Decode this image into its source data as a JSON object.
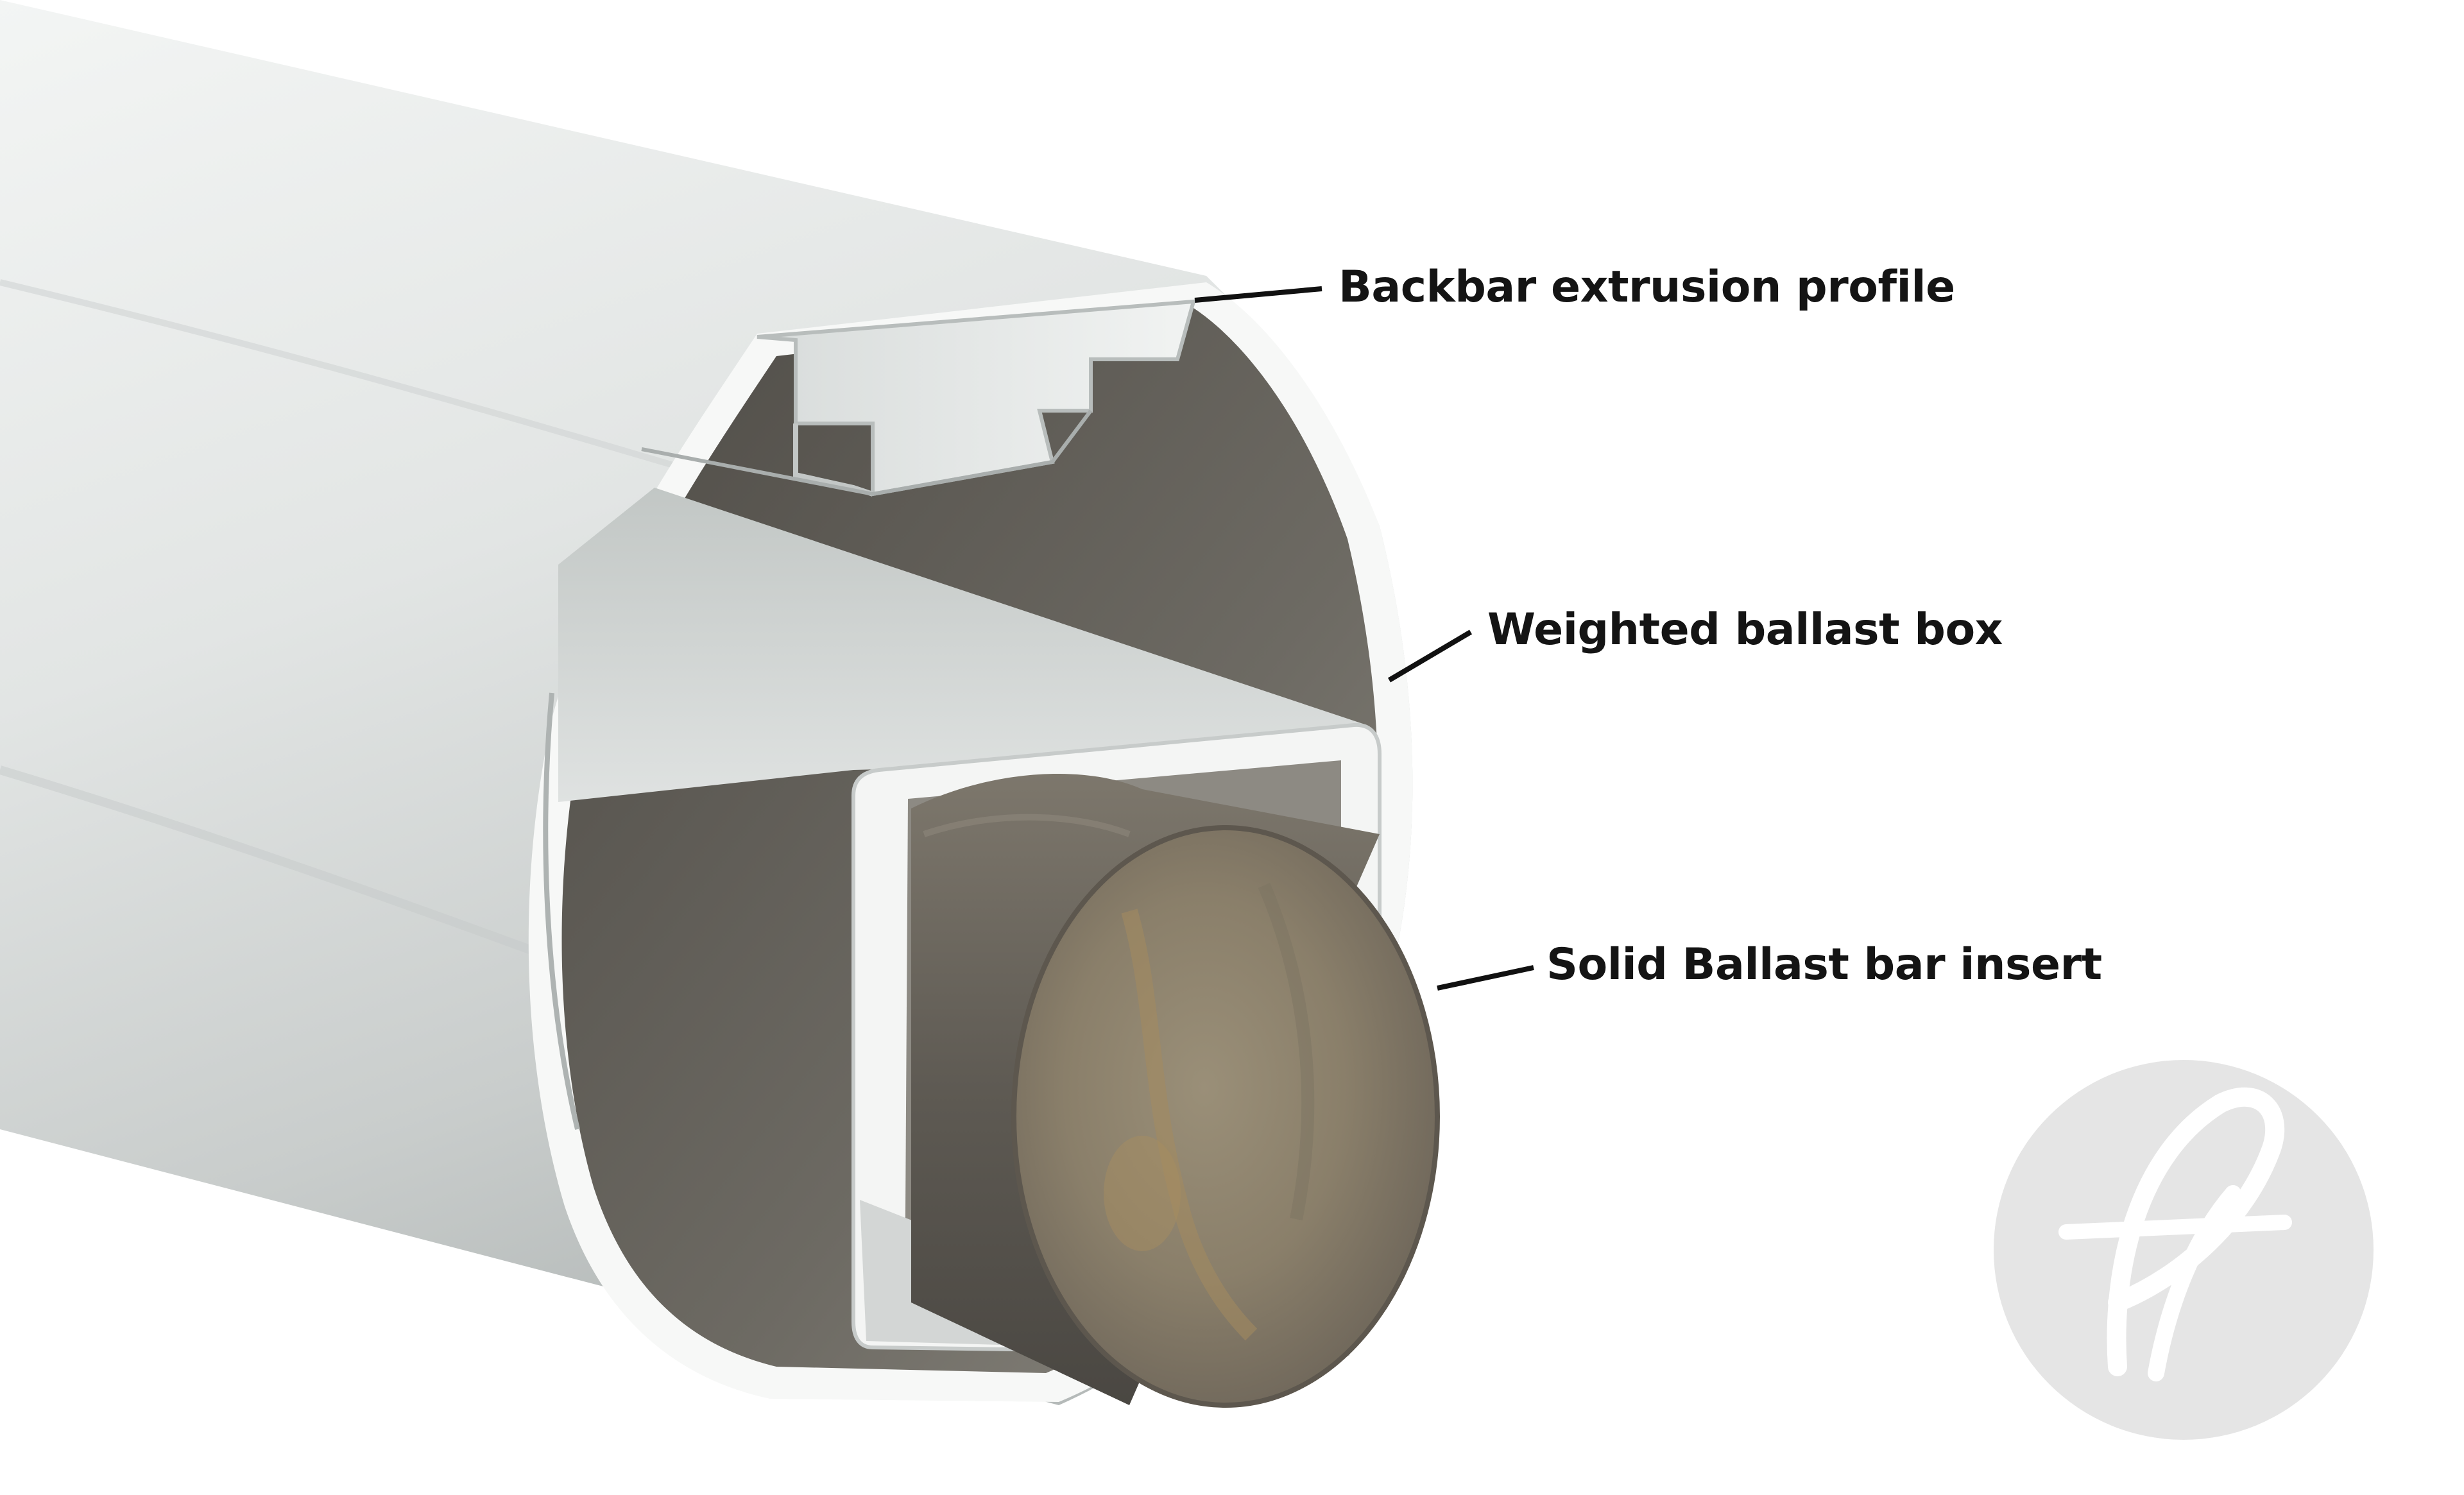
{
  "callouts": [
    {
      "id": "backbar",
      "label": "Backbar extrusion profile"
    },
    {
      "id": "ballast_box",
      "label": "Weighted ballast box"
    },
    {
      "id": "ballast_bar",
      "label": "Solid Ballast bar insert"
    }
  ],
  "colors": {
    "background": "#ffffff",
    "tube_light": "#eef0ef",
    "tube_mid": "#d6d9d8",
    "tube_shadow": "#b9bebd",
    "interior_dark": "#5a5752",
    "interior_mid": "#7c7972",
    "box_wall": "#f4f5f4",
    "box_inner": "#c9cdcb",
    "steel_side": "#6f6b63",
    "steel_face": "#8f8570",
    "rust": "#a08458",
    "leader_line": "#111111",
    "label_text": "#141414",
    "watermark": "#d9d9d9"
  },
  "icons": {
    "watermark": "brand-logo-watermark-icon"
  }
}
